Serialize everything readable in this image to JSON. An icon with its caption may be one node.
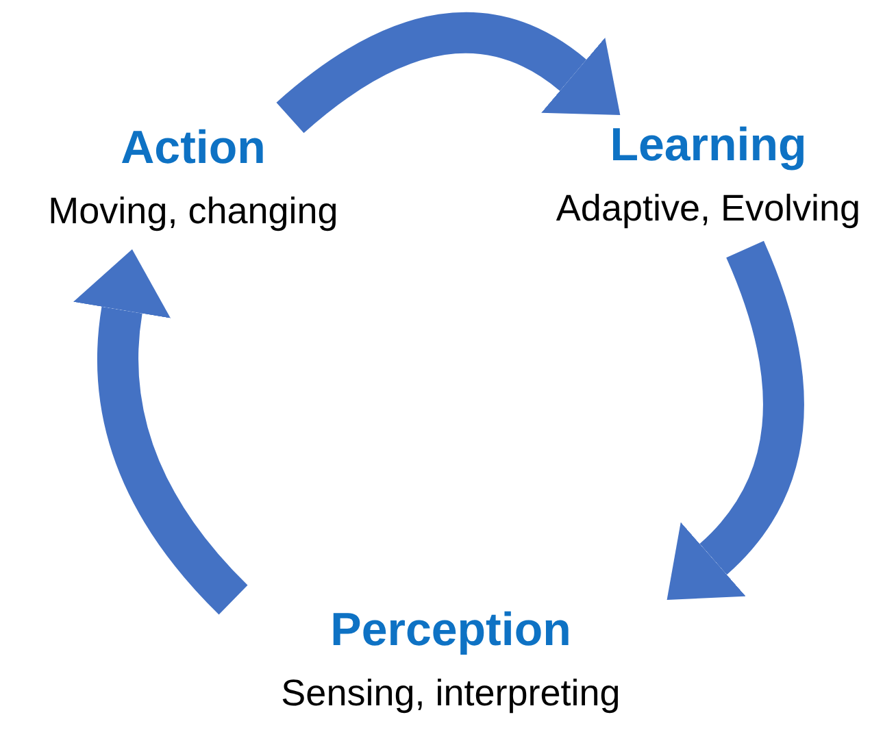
{
  "diagram": {
    "nodes": [
      {
        "text": [
          "Action",
          "Moving, changing"
        ]
      },
      {
        "text": [
          "Learning",
          "Adaptive, Evolving"
        ]
      },
      {
        "text": [
          "Perception",
          "Sensing, interpreting"
        ]
      }
    ],
    "edges": [
      {
        "from": 0,
        "to": 1,
        "arrow": "to"
      },
      {
        "from": 1,
        "to": 2,
        "arrow": "to"
      },
      {
        "from": 2,
        "to": 0,
        "arrow": "to"
      }
    ]
  }
}
